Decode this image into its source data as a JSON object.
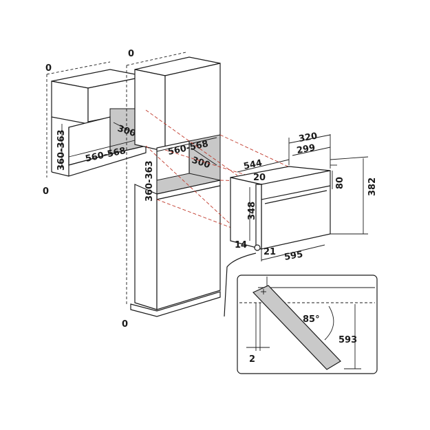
{
  "dimensions": {
    "wall_left_gap_top": "0",
    "wall_left_gap_bottom": "0",
    "wall_niche_height": "360-363",
    "wall_niche_width": "560-568",
    "wall_niche_depth": "300",
    "column_gap_top": "0",
    "column_gap_bottom": "0",
    "column_niche_height": "360-363",
    "column_niche_width": "560-568",
    "column_niche_depth": "300",
    "oven_depth_total": "320",
    "oven_depth_body": "299",
    "oven_width_body": "544",
    "oven_front_top": "20",
    "oven_panel_height": "80",
    "oven_total_height": "382",
    "oven_body_height": "348",
    "oven_side_offset": "14",
    "oven_bottom_offset": "21",
    "oven_front_width": "595",
    "door_gap": "2",
    "door_angle": "85°",
    "door_open_height": "593"
  },
  "colors": {
    "line": "#1a1a1a",
    "cavity": "#c8c8c8",
    "red_guides": "#c0392b"
  },
  "icons": {
    "door_hinge": "crosshair-icon",
    "door_bubble": "callout-bubble"
  }
}
